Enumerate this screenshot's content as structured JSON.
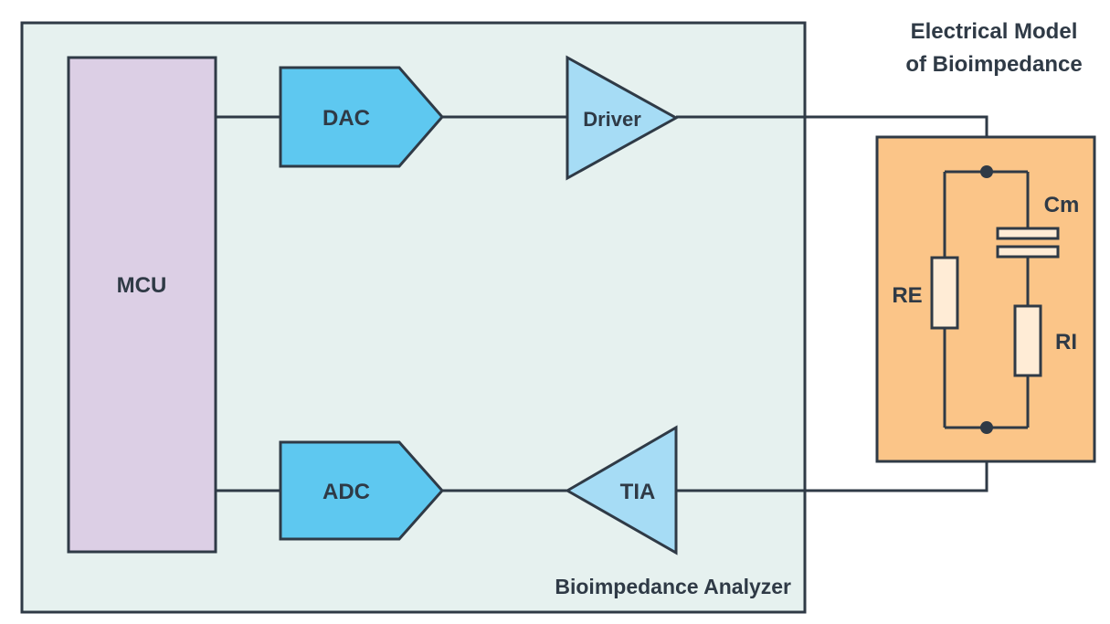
{
  "title": {
    "line1": "Electrical Model",
    "line2": "of Bioimpedance"
  },
  "analyzer": {
    "label": "Bioimpedance Analyzer"
  },
  "blocks": {
    "mcu": "MCU",
    "dac": "DAC",
    "adc": "ADC",
    "driver": "Driver",
    "tia": "TIA"
  },
  "model": {
    "re": "RE",
    "ri": "RI",
    "cm": "Cm"
  },
  "colors": {
    "analyzer_bg": "#e6f1ef",
    "mcu_fill": "#dccfe5",
    "converter_fill": "#5ec8f0",
    "amp_fill": "#a6dcf5",
    "model_fill": "#fbc588",
    "component_fill": "#ffecd6",
    "line": "#2f3a46"
  }
}
